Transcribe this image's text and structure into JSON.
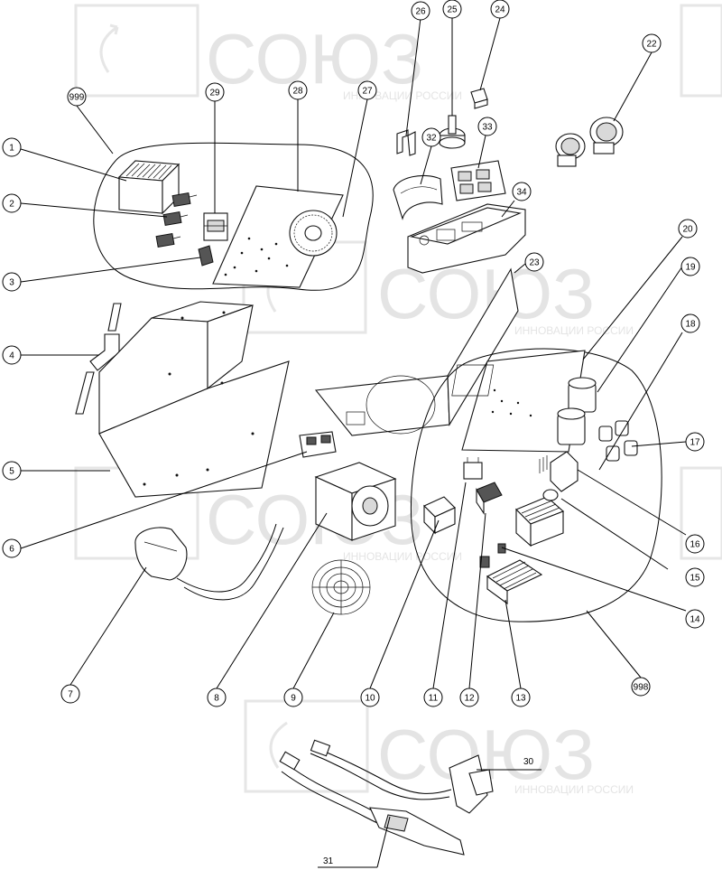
{
  "watermark": {
    "brand": "СОЮЗ",
    "tagline": "ИННОВАЦИИ РОССИИ"
  },
  "callouts": {
    "c1": "1",
    "c2": "2",
    "c3": "3",
    "c4": "4",
    "c5": "5",
    "c6": "6",
    "c7": "7",
    "c8": "8",
    "c9": "9",
    "c10": "10",
    "c11": "11",
    "c12": "12",
    "c13": "13",
    "c14": "14",
    "c15": "15",
    "c16": "16",
    "c17": "17",
    "c18": "18",
    "c19": "19",
    "c20": "20",
    "c22": "22",
    "c23": "23",
    "c24": "24",
    "c25": "25",
    "c26": "26",
    "c27": "27",
    "c28": "28",
    "c29": "29",
    "c30": "30",
    "c31": "31",
    "c32": "32",
    "c33": "33",
    "c34": "34",
    "c998": "998",
    "c999": "999"
  }
}
